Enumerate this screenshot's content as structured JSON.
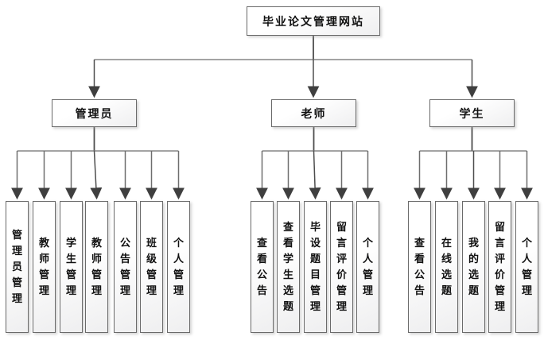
{
  "diagram": {
    "title": "毕业论文管理网站",
    "root": {
      "label": "毕业论文管理网站"
    },
    "branches": [
      {
        "label": "管理员",
        "children": [
          "管理员管理",
          "教师管理",
          "学生管理",
          "教师管理",
          "公告管理",
          "班级管理",
          "个人管理"
        ]
      },
      {
        "label": "老师",
        "children": [
          "查看公告",
          "查看学生选题",
          "毕设题目管理",
          "留言评价管理",
          "个人管理"
        ]
      },
      {
        "label": "学生",
        "children": [
          "查看公告",
          "在线选题",
          "我的选题",
          "留言评价管理",
          "个人管理"
        ]
      }
    ],
    "colors": {
      "background": "#ffffff",
      "box_fill_top": "#ffffff",
      "box_fill_bottom": "#efeff0",
      "box_border": "#6a6a6a",
      "connector_line": "#6e6e6e",
      "stem_line": "#4d4d4d",
      "arrowhead": "#3f3f3f",
      "text": "#111111"
    }
  }
}
